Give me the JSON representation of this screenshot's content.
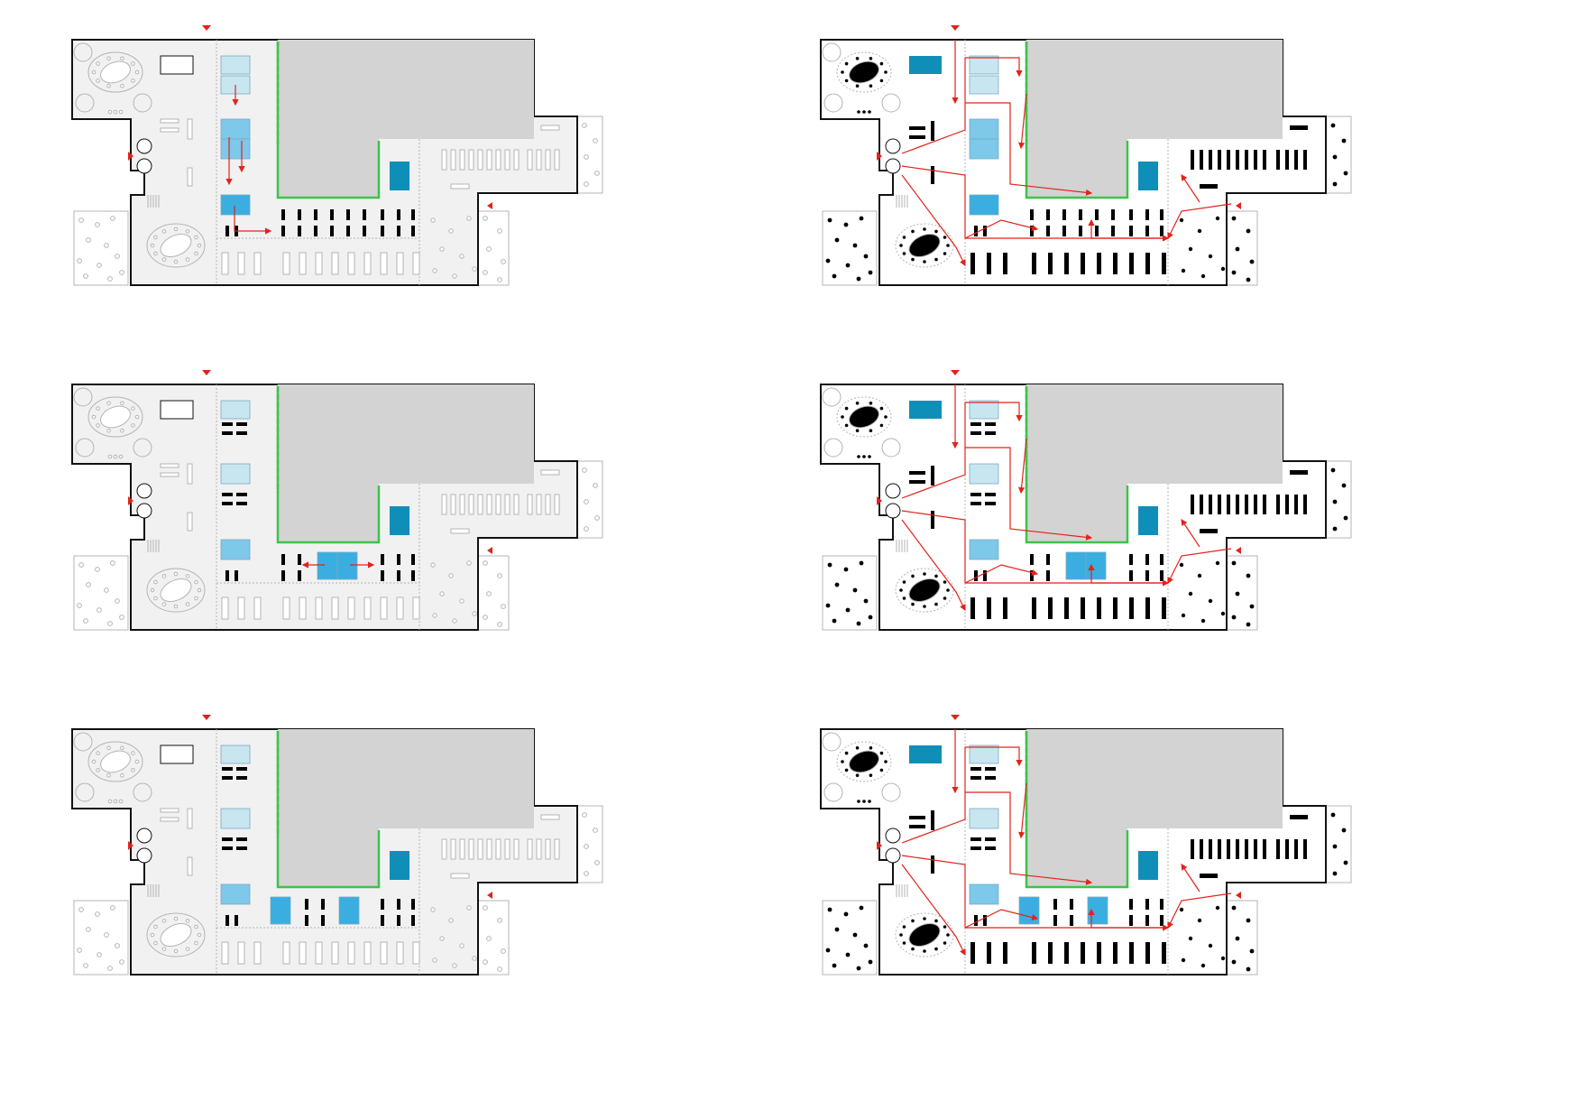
{
  "colors": {
    "background": "#ffffff",
    "outline": "#111111",
    "floor_muted": "#f1f1f1",
    "gray_block": "#d3d3d3",
    "light_gray_line": "#b4b4b4",
    "green_partition": "#3ec24a",
    "red_flow": "#e2231a",
    "room_pale": "#c8e6f0",
    "room_mid": "#7ec8ea",
    "room_bright": "#3aaee0",
    "room_dark": "#0f8fb8",
    "furniture_black": "#000000"
  },
  "layout_grid": {
    "rows": 3,
    "columns": 2
  },
  "panels": [
    {
      "row": 1,
      "col": 1,
      "variant": "base",
      "scenario": "stacked-rooms",
      "flow_paths": false,
      "rooms_shift": true
    },
    {
      "row": 1,
      "col": 2,
      "variant": "active",
      "scenario": "stacked-rooms",
      "flow_paths": true,
      "rooms_shift": false
    },
    {
      "row": 2,
      "col": 1,
      "variant": "base",
      "scenario": "double-room-split",
      "flow_paths": false,
      "rooms_shift": true
    },
    {
      "row": 2,
      "col": 2,
      "variant": "active",
      "scenario": "double-room-split",
      "flow_paths": true,
      "rooms_shift": false
    },
    {
      "row": 3,
      "col": 1,
      "variant": "base",
      "scenario": "separate-rooms",
      "flow_paths": false,
      "rooms_shift": false
    },
    {
      "row": 3,
      "col": 2,
      "variant": "active",
      "scenario": "separate-rooms",
      "flow_paths": true,
      "rooms_shift": false
    }
  ]
}
